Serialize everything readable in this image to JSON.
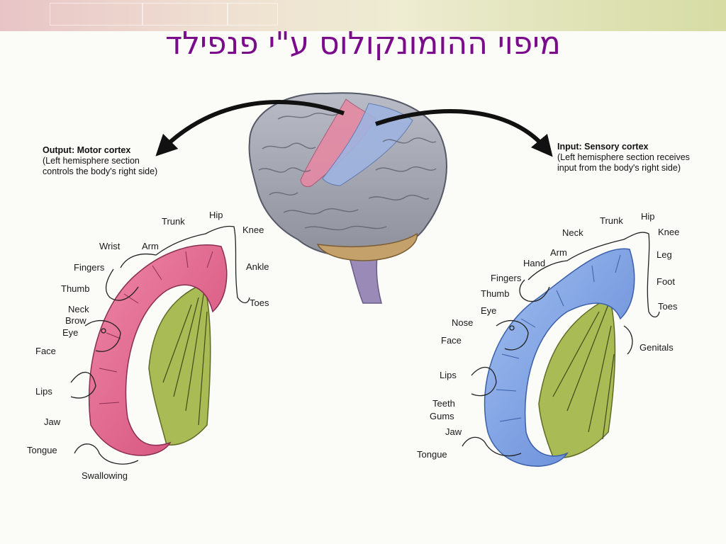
{
  "slide": {
    "title": "מיפוי ההומונקולוס ע\"י פנפילד"
  },
  "motor": {
    "heading": "Output: Motor cortex",
    "line1": "(Left hemisphere section",
    "line2": "controls the body's right side)",
    "labels": [
      "Trunk",
      "Hip",
      "Knee",
      "Wrist",
      "Arm",
      "Ankle",
      "Fingers",
      "Thumb",
      "Toes",
      "Neck",
      "Brow",
      "Eye",
      "Face",
      "Lips",
      "Jaw",
      "Tongue",
      "Swallowing"
    ]
  },
  "sensory": {
    "heading": "Input: Sensory cortex",
    "line1": "(Left hemisphere section receives",
    "line2": "input from the body's right side)",
    "labels": [
      "Trunk",
      "Hip",
      "Neck",
      "Knee",
      "Arm",
      "Hand",
      "Leg",
      "Fingers",
      "Foot",
      "Thumb",
      "Eye",
      "Toes",
      "Nose",
      "Face",
      "Genitals",
      "Lips",
      "Teeth",
      "Gums",
      "Jaw",
      "Tongue"
    ]
  },
  "colors": {
    "title": "#7a0c8c",
    "motor_strip": "#e0608a",
    "sensory_strip": "#7fa6e6",
    "brain_gray": "#a7a9b6",
    "white_matter": "#a9bb55"
  }
}
